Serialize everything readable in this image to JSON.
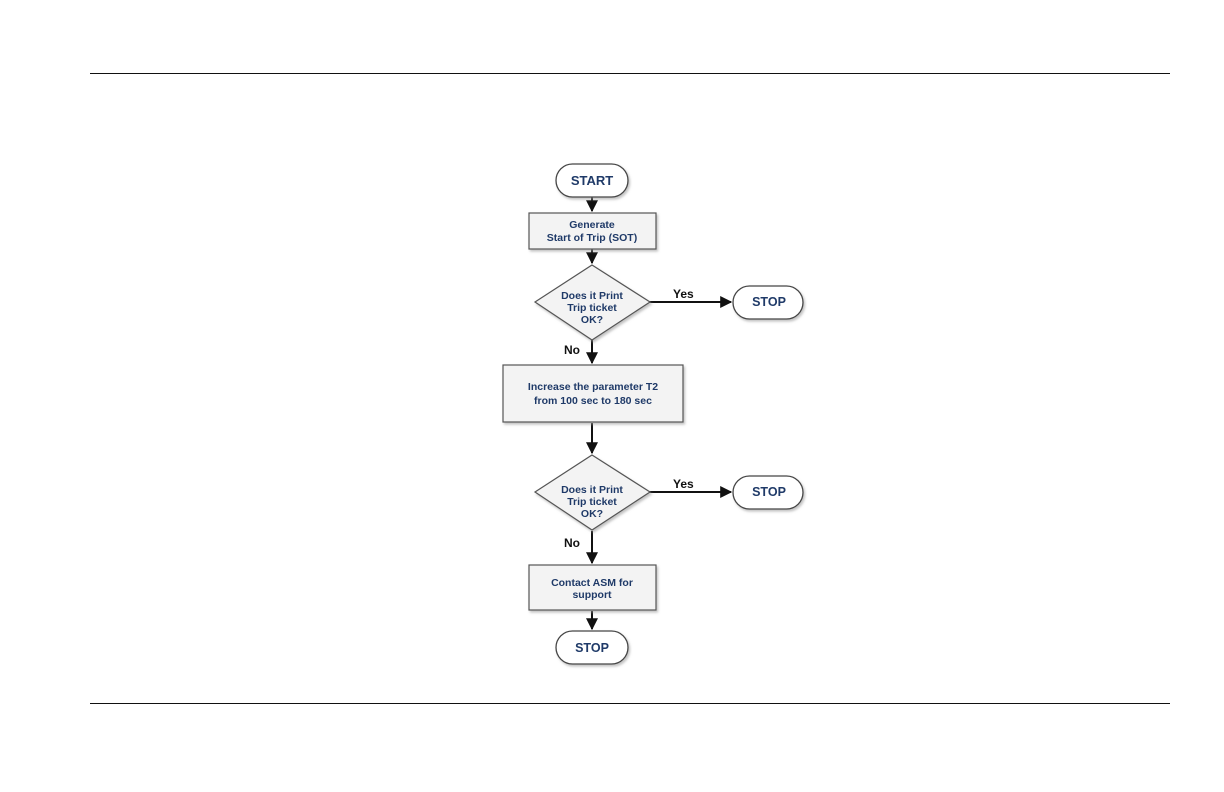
{
  "nodes": {
    "start": "START",
    "generate_1": "Generate",
    "generate_2": "Start of Trip (SOT)",
    "decision1_1": "Does it Print",
    "decision1_2": "Trip ticket",
    "decision1_3": "OK?",
    "stop1": "STOP",
    "increase_1": "Increase the parameter T2",
    "increase_2": "from 100 sec to 180 sec",
    "decision2_1": "Does it Print",
    "decision2_2": "Trip ticket",
    "decision2_3": "OK?",
    "stop2": "STOP",
    "contact_1": "Contact ASM for",
    "contact_2": "support",
    "stop3": "STOP"
  },
  "edges": {
    "yes1": "Yes",
    "no1": "No",
    "yes2": "Yes",
    "no2": "No"
  }
}
